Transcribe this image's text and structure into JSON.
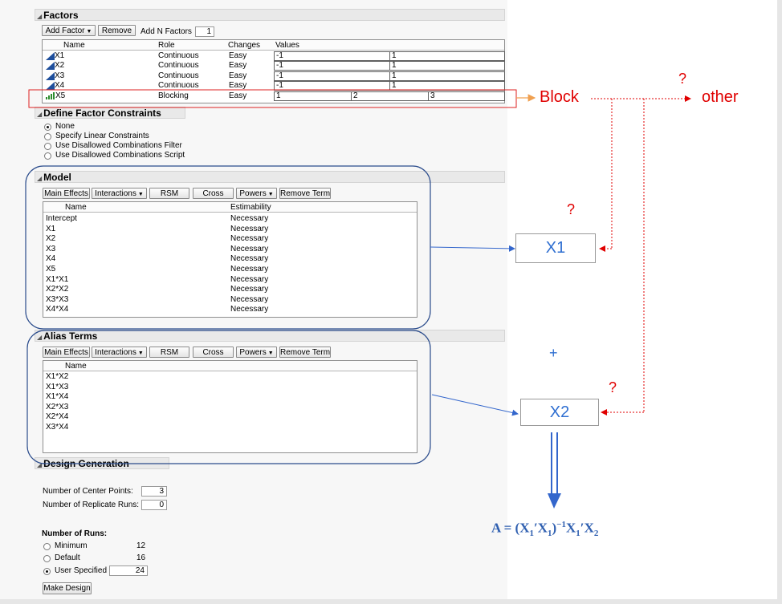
{
  "factors": {
    "header": "Factors",
    "add_factor_label": "Add Factor",
    "remove_label": "Remove",
    "add_n_label": "Add N Factors",
    "add_n_value": "1",
    "columns": [
      "Name",
      "Role",
      "Changes",
      "Values"
    ],
    "rows": [
      {
        "name": "X1",
        "role": "Continuous",
        "changes": "Easy",
        "v1": "-1",
        "v2": "1"
      },
      {
        "name": "X2",
        "role": "Continuous",
        "changes": "Easy",
        "v1": "-1",
        "v2": "1"
      },
      {
        "name": "X3",
        "role": "Continuous",
        "changes": "Easy",
        "v1": "-1",
        "v2": "1"
      },
      {
        "name": "X4",
        "role": "Continuous",
        "changes": "Easy",
        "v1": "-1",
        "v2": "1"
      },
      {
        "name": "X5",
        "role": "Blocking",
        "changes": "Easy",
        "v1": "1",
        "v2": "2",
        "v3": "3"
      }
    ]
  },
  "constraints": {
    "header": "Define Factor Constraints",
    "options": [
      "None",
      "Specify Linear Constraints",
      "Use Disallowed Combinations Filter",
      "Use Disallowed Combinations Script"
    ],
    "selected_index": 0
  },
  "model": {
    "header": "Model",
    "buttons": {
      "main_effects": "Main Effects",
      "interactions": "Interactions",
      "rsm": "RSM",
      "cross": "Cross",
      "powers": "Powers",
      "remove_term": "Remove Term"
    },
    "columns": [
      "Name",
      "Estimability"
    ],
    "rows": [
      {
        "name": "Intercept",
        "est": "Necessary"
      },
      {
        "name": "X1",
        "est": "Necessary"
      },
      {
        "name": "X2",
        "est": "Necessary"
      },
      {
        "name": "X3",
        "est": "Necessary"
      },
      {
        "name": "X4",
        "est": "Necessary"
      },
      {
        "name": "X5",
        "est": "Necessary"
      },
      {
        "name": "X1*X1",
        "est": "Necessary"
      },
      {
        "name": "X2*X2",
        "est": "Necessary"
      },
      {
        "name": "X3*X3",
        "est": "Necessary"
      },
      {
        "name": "X4*X4",
        "est": "Necessary"
      }
    ]
  },
  "alias": {
    "header": "Alias Terms",
    "buttons": {
      "main_effects": "Main Effects",
      "interactions": "Interactions",
      "rsm": "RSM",
      "cross": "Cross",
      "powers": "Powers",
      "remove_term": "Remove Term"
    },
    "columns": [
      "Name"
    ],
    "rows": [
      "X1*X2",
      "X1*X3",
      "X1*X4",
      "X2*X3",
      "X2*X4",
      "X3*X4"
    ]
  },
  "design": {
    "header": "Design Generation",
    "center_points_label": "Number of Center Points:",
    "center_points_value": "3",
    "replicate_label": "Number of Replicate Runs:",
    "replicate_value": "0",
    "runs_label": "Number of Runs:",
    "runs": [
      {
        "label": "Minimum",
        "value": "12"
      },
      {
        "label": "Default",
        "value": "16"
      },
      {
        "label": "User Specified",
        "value": "24"
      }
    ],
    "runs_selected_index": 2,
    "make_design_label": "Make Design"
  },
  "annotations": {
    "block": "Block",
    "other": "other",
    "question": "?",
    "x1": "X1",
    "x2": "X2",
    "plus": "+",
    "formula": {
      "lhs": "A",
      "eq": "=",
      "open": "(X",
      "s1": "1",
      "prime1": "′X",
      "s2": "1",
      "close": ")",
      "exp": "−1",
      "x3": "X",
      "s3": "1",
      "prime2": "′X",
      "s4": "2"
    },
    "colors": {
      "red": "#e00000",
      "blue": "#2f6fd1",
      "orange": "#f0a050",
      "dark_blue": "#3366cc"
    }
  }
}
